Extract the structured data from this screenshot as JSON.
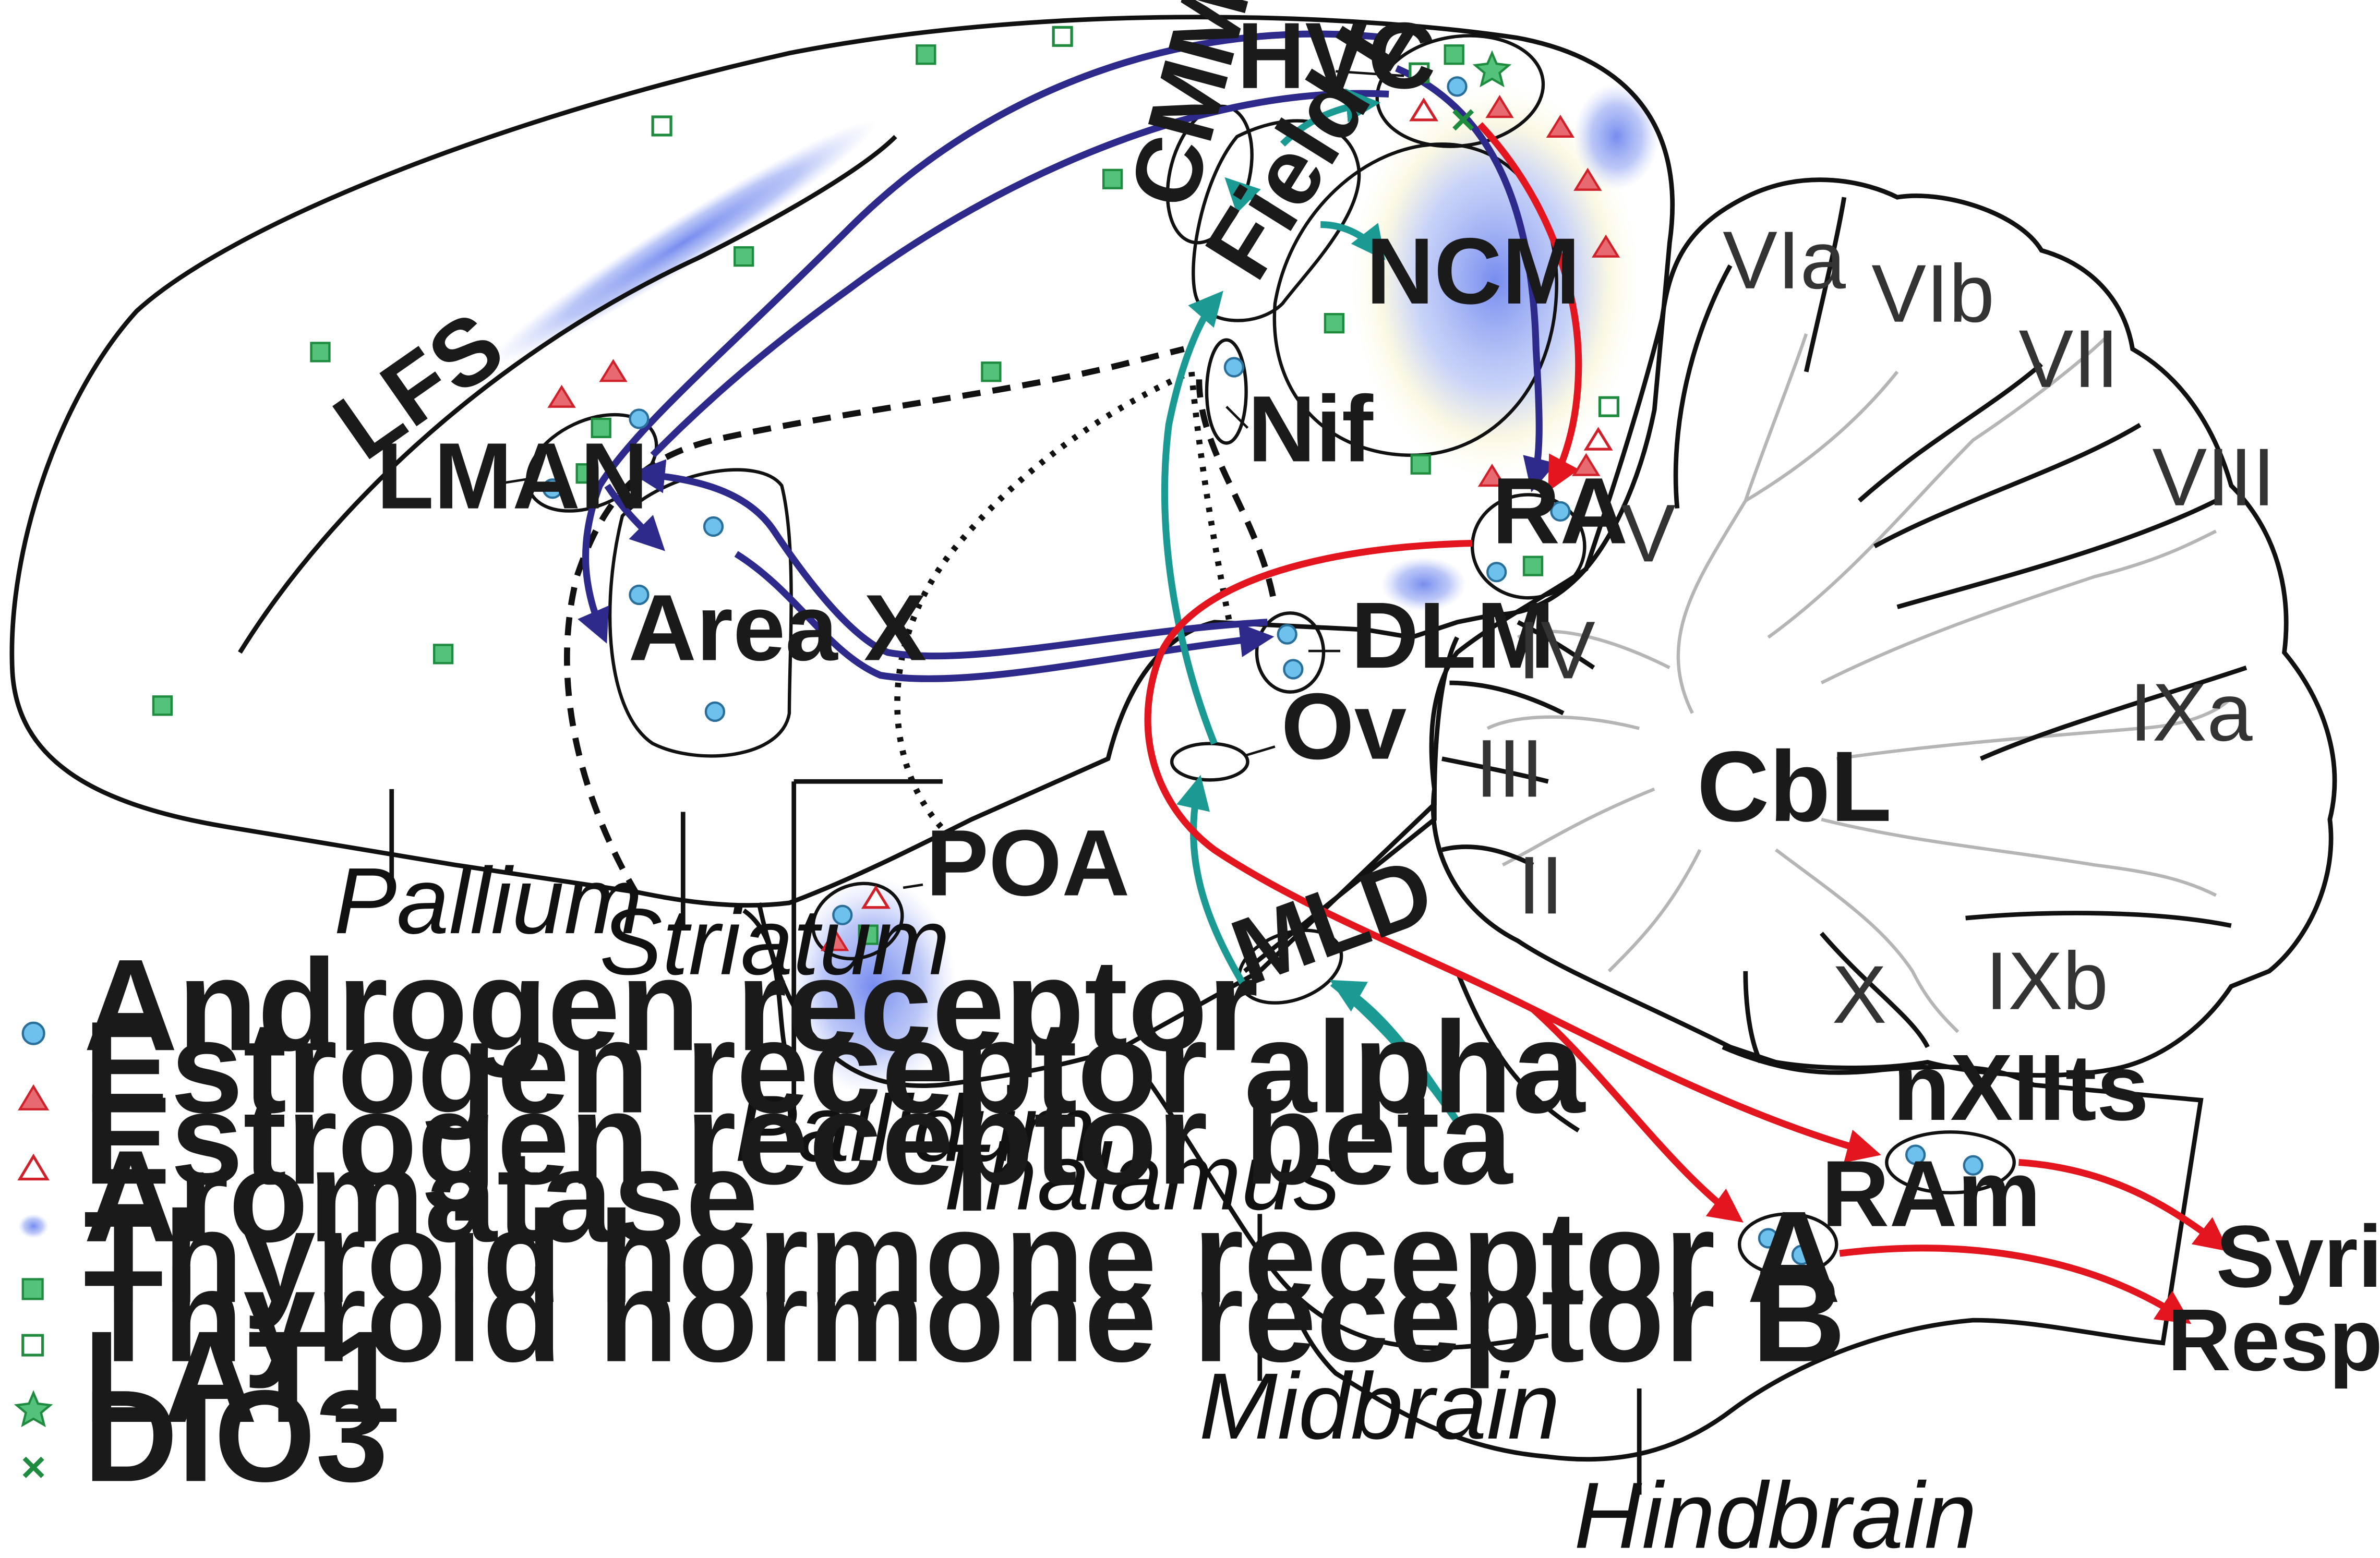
{
  "legend": {
    "androgen": "Androgen receptor",
    "era": "Estrogen receptor alpha",
    "erb": "Estrogen receptor beta",
    "aromatase": "Aromatase",
    "thra": "Thyroid hormone receptor A",
    "thrb": "Thyroid hormone receptor B",
    "lat1": "LAT1",
    "dio3": "DIO3"
  },
  "regions": {
    "hvc": "HVC",
    "cmm": "CMM",
    "field_l": "Field L",
    "ncm": "NCM",
    "nif": "Nif",
    "lfs": "LFS",
    "lman": "LMAN",
    "area_x": "Area X",
    "ra": "RA",
    "dlm": "DLM",
    "ov": "Ov",
    "poa": "POA",
    "mld": "MLD",
    "cbl": "CbL",
    "nxiits": "nXIIts",
    "ram": "RAm"
  },
  "lobules": {
    "via": "VIa",
    "vib": "VIb",
    "vii": "VII",
    "viii": "VIII",
    "v": "V",
    "iv": "IV",
    "iii": "III",
    "ii": "II",
    "ixa": "IXa",
    "ixb": "IXb",
    "x": "X"
  },
  "divisions": {
    "pallium": "Pallium",
    "striatum": "Striatum",
    "pallidum": "Pallidum",
    "thalamus": "Thalamus",
    "midbrain": "Midbrain",
    "hindbrain": "Hindbrain"
  },
  "outputs": {
    "syrinx": "Syrinx",
    "respiration": "Respiration"
  },
  "colors": {
    "androgen": "#6ec1ec",
    "estrogen": "#e0323c",
    "thyroid": "#54c27a",
    "aromatase": "#7b8ff0",
    "motor_path": "#e3151e",
    "afp_path": "#2e2a8c",
    "auditory_path": "#1b9a94"
  }
}
